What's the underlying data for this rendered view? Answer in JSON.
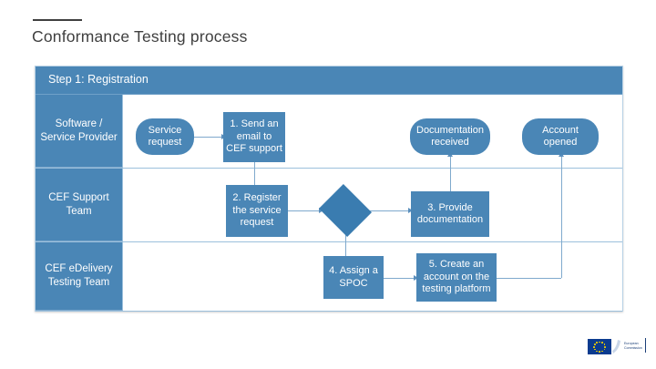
{
  "slide": {
    "title": "Conformance Testing process"
  },
  "diagram": {
    "type": "swimlane-flowchart",
    "header_label": "Step 1: Registration",
    "lanes": [
      {
        "id": "lane-provider",
        "label": "Software / Service Provider"
      },
      {
        "id": "lane-support",
        "label": "CEF Support Team"
      },
      {
        "id": "lane-testing",
        "label": "CEF eDelivery Testing Team"
      }
    ],
    "nodes": [
      {
        "id": "service-request",
        "label": "Service request",
        "shape": "rounded",
        "lane": 0
      },
      {
        "id": "step-1",
        "label": "1. Send an email to CEF support",
        "shape": "rect",
        "lane": 0
      },
      {
        "id": "documentation-received",
        "label": "Documentation received",
        "shape": "rounded",
        "lane": 0
      },
      {
        "id": "account-opened",
        "label": "Account opened",
        "shape": "rounded",
        "lane": 0
      },
      {
        "id": "step-2",
        "label": "2. Register the service request",
        "shape": "rect",
        "lane": 1
      },
      {
        "id": "decision",
        "label": "",
        "shape": "diamond",
        "lane": 1
      },
      {
        "id": "step-3",
        "label": "3. Provide documentation",
        "shape": "rect",
        "lane": 1
      },
      {
        "id": "step-4",
        "label": "4. Assign a SPOC",
        "shape": "rect",
        "lane": 2
      },
      {
        "id": "step-5",
        "label": "5. Create an account on the testing platform",
        "shape": "rect",
        "lane": 2
      }
    ]
  },
  "footer": {
    "logo_line_1": "European",
    "logo_line_2": "Commission"
  },
  "colors": {
    "lane_header": "#4a86b6",
    "node_fill": "#4a86b6",
    "diamond_fill": "#3a7cb0",
    "connector": "#7fa9cd",
    "title_text": "#3f3f3f"
  }
}
